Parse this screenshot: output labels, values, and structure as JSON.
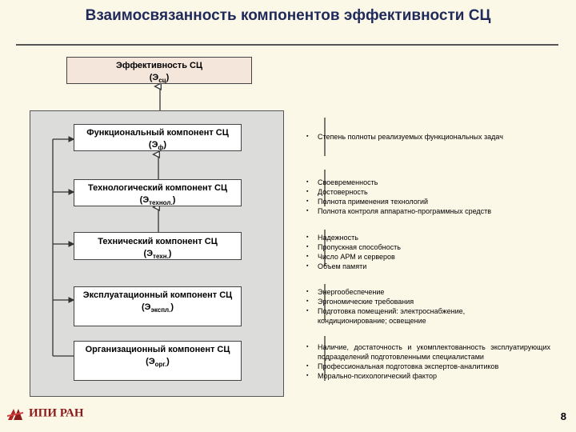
{
  "title": "Взаимосвязанность компонентов эффективности СЦ",
  "top_box": {
    "label": "Эффективность СЦ",
    "symbol": "Э",
    "subscript": "сц"
  },
  "components": [
    {
      "label": "Функциональный компонент СЦ",
      "symbol": "Э",
      "subscript": "ф"
    },
    {
      "label": "Технологический компонент СЦ",
      "symbol": "Э",
      "subscript": "технол."
    },
    {
      "label": "Технический компонент СЦ",
      "symbol": "Э",
      "subscript": "техн."
    },
    {
      "label": "Эксплуатационный компонент СЦ",
      "symbol": "Э",
      "subscript": "экспл."
    },
    {
      "label": "Организационный компонент СЦ",
      "symbol": "Э",
      "subscript": "орг."
    }
  ],
  "bullet_groups": [
    {
      "items": [
        "Степень полноты реализуемых функциональных задач"
      ]
    },
    {
      "items": [
        "Своевременность",
        "Достоверность",
        "Полнота применения технологий",
        "Полнота контроля аппаратно-программных средств"
      ]
    },
    {
      "items": [
        "Надежность",
        "Пропускная способность",
        "Число АРМ и серверов",
        "Объем памяти"
      ]
    },
    {
      "items": [
        "Энергообеспечение",
        "Эргономические требования",
        "Подготовка помещений: электроснабжение, кондиционирование; освещение"
      ]
    },
    {
      "items": [
        "Наличие, достаточность и укомплектованность эксплуатирующих подразделений подготовленными специалистами",
        "Профессиональная подготовка экспертов-аналитиков",
        "Морально-психологический фактор"
      ]
    }
  ],
  "logo_text": "ИПИ РАН",
  "page_number": "8"
}
